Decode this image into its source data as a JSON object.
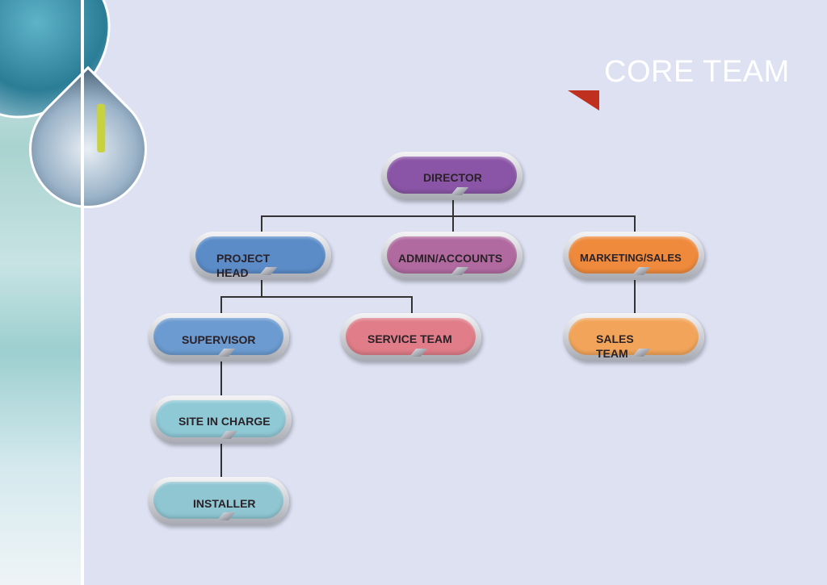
{
  "slide": {
    "title": "CORE TEAM"
  },
  "colors": {
    "background": "#dde1f2",
    "accent_triangle": "#c0301e",
    "director": "#8a55a6",
    "project_head": "#5b8cc8",
    "admin": "#b06a9f",
    "marketing": "#ef8a3c",
    "supervisor": "#6b9bd0",
    "service": "#e07d88",
    "sales": "#f2a55a",
    "site": "#8fc9d6",
    "installer": "#8fc6d2"
  },
  "org_chart": {
    "director": "DIRECTOR",
    "project_head": "PROJECT HEAD",
    "admin_accounts": "ADMIN/ACCOUNTS",
    "marketing_sales": "MARKETING/SALES",
    "supervisor": "SUPERVISOR",
    "service_team": "SERVICE TEAM",
    "sales_team": "SALES TEAM",
    "site_in_charge": "SITE IN CHARGE",
    "installer": "INSTALLER"
  }
}
